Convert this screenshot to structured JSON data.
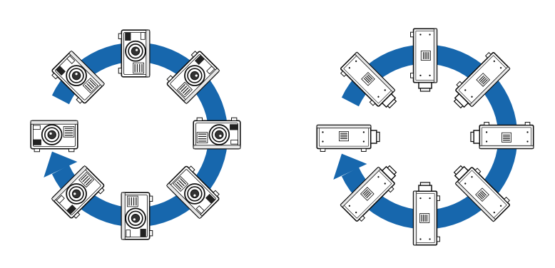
{
  "diagrams": [
    {
      "view": "front",
      "arrow_color": "#1767ad",
      "projector_orientations_deg": [
        0,
        45,
        90,
        135,
        180,
        225,
        270,
        315
      ]
    },
    {
      "view": "side",
      "arrow_color": "#1767ad",
      "projector_orientations_deg": [
        0,
        45,
        90,
        135,
        180,
        225,
        270,
        315
      ]
    }
  ],
  "colors": {
    "arrow": "#1767ad",
    "line": "#111111",
    "body": "#ffffff",
    "shade": "#e8e8e8",
    "vent": "#222222"
  }
}
